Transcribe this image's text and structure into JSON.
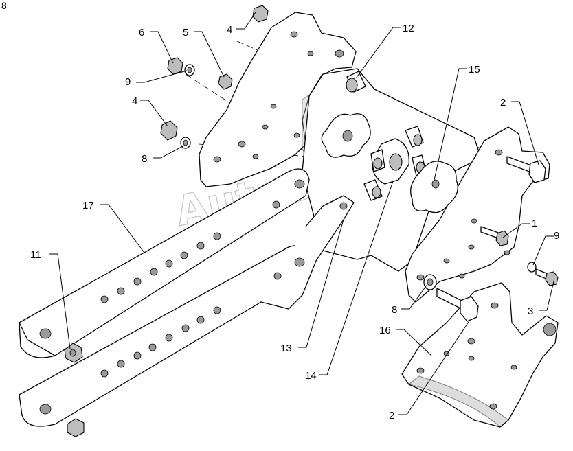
{
  "page_number": "8",
  "watermark": "AutoSoft",
  "callouts": [
    {
      "id": "c-8-left",
      "label": "8"
    },
    {
      "id": "c-6",
      "label": "6"
    },
    {
      "id": "c-5",
      "label": "5"
    },
    {
      "id": "c-4-top",
      "label": "4"
    },
    {
      "id": "c-9-left",
      "label": "9"
    },
    {
      "id": "c-4-left",
      "label": "4"
    },
    {
      "id": "c-12",
      "label": "12"
    },
    {
      "id": "c-15",
      "label": "15"
    },
    {
      "id": "c-2-top",
      "label": "2"
    },
    {
      "id": "c-17",
      "label": "17"
    },
    {
      "id": "c-1",
      "label": "1"
    },
    {
      "id": "c-9-right",
      "label": "9"
    },
    {
      "id": "c-11",
      "label": "11"
    },
    {
      "id": "c-3",
      "label": "3"
    },
    {
      "id": "c-8-right",
      "label": "8"
    },
    {
      "id": "c-13",
      "label": "13"
    },
    {
      "id": "c-16",
      "label": "16"
    },
    {
      "id": "c-14",
      "label": "14"
    },
    {
      "id": "c-2-bottom",
      "label": "2"
    }
  ]
}
